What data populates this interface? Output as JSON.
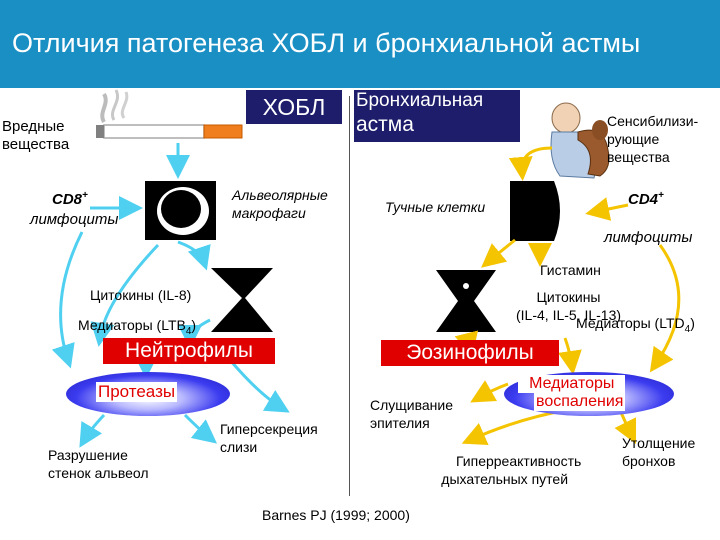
{
  "title": "Отличия патогенеза ХОБЛ и бронхиальной астмы",
  "copd": {
    "header": "ХОБЛ",
    "harmful_substances": [
      "Вредные",
      "вещества"
    ],
    "cd8_label": "CD8",
    "cd8_sup": "+",
    "cd8_sub": "лимфоциты",
    "macrophages": [
      "Альвеолярные",
      "макрофаги"
    ],
    "cytokines": "Цитокины (IL-8)",
    "mediators": "Медиаторы (LTB",
    "mediators_sub": "4",
    "mediators_close": ")",
    "neutrophils": "Нейтрофилы",
    "proteases": "Протеазы",
    "alveolar_destruction": [
      "Разрушение",
      "стенок альвеол"
    ],
    "mucus_hypersecretion": [
      "Гиперсекреция",
      "слизи"
    ]
  },
  "asthma": {
    "header": [
      "Бронхиальная",
      "астма"
    ],
    "sensitizing": [
      "Сенсибилизи-",
      "рующие",
      "вещества"
    ],
    "mast_cells": "Тучные клетки",
    "cd4_label": "CD4",
    "cd4_sup": "+",
    "cd4_sub": "лимфоциты",
    "histamine": "Гистамин",
    "cytokines": [
      "Цитокины",
      "(IL-4, IL-5, IL-13)"
    ],
    "mediators": "Медиаторы (LTD",
    "mediators_sub": "4",
    "mediators_close": ")",
    "eosinophils": "Эозинофилы",
    "inflammation_mediators": [
      "Медиаторы",
      "воспаления"
    ],
    "epithelial_shedding": [
      "Слущивание",
      "эпителия"
    ],
    "hyperreactivity": [
      "Гиперреактивность",
      "дыхательных путей"
    ],
    "bronchial_thickening": [
      "Утолщение",
      "бронхов"
    ]
  },
  "citation": "Barnes PJ (1999; 2000)",
  "colors": {
    "title_bar": "#1a8fc4",
    "header_box": "#1d1d6b",
    "red_box": "#e00000",
    "copd_arrows": "#4fd0f0",
    "asthma_arrows": "#f5c400",
    "proteases_text": "#e00000"
  }
}
